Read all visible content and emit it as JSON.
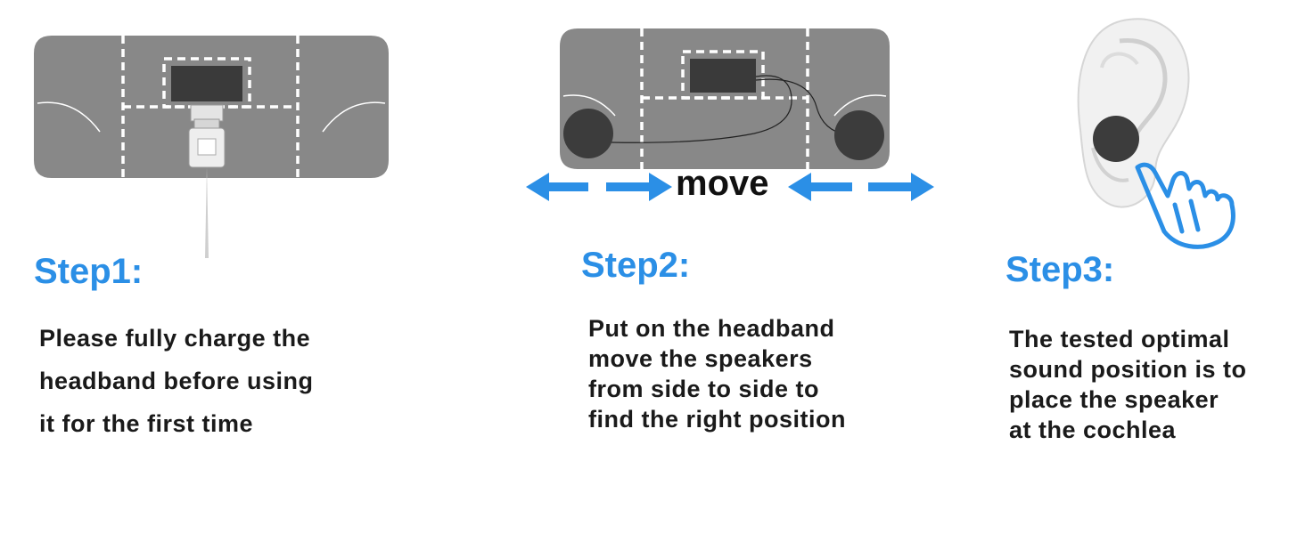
{
  "colors": {
    "accent": "#2b8fe6",
    "text": "#1a1a1a",
    "panel": "#888888",
    "module": "#3a3a3a"
  },
  "steps": [
    {
      "title": "Step1:",
      "lines": [
        "Please fully charge the",
        "headband before using",
        "it for the first time"
      ]
    },
    {
      "title": "Step2:",
      "lines": [
        "Put on the headband",
        "move the speakers",
        "from side to side to",
        "find the right position"
      ]
    },
    {
      "title": "Step3:",
      "lines": [
        "The tested optimal",
        "sound position is to",
        "place the speaker",
        "at the cochlea"
      ]
    }
  ],
  "move_label": "move",
  "icons": [
    "usb-cable-icon",
    "arrow-left-icon",
    "arrow-right-icon",
    "ear-icon",
    "pointing-hand-icon"
  ]
}
